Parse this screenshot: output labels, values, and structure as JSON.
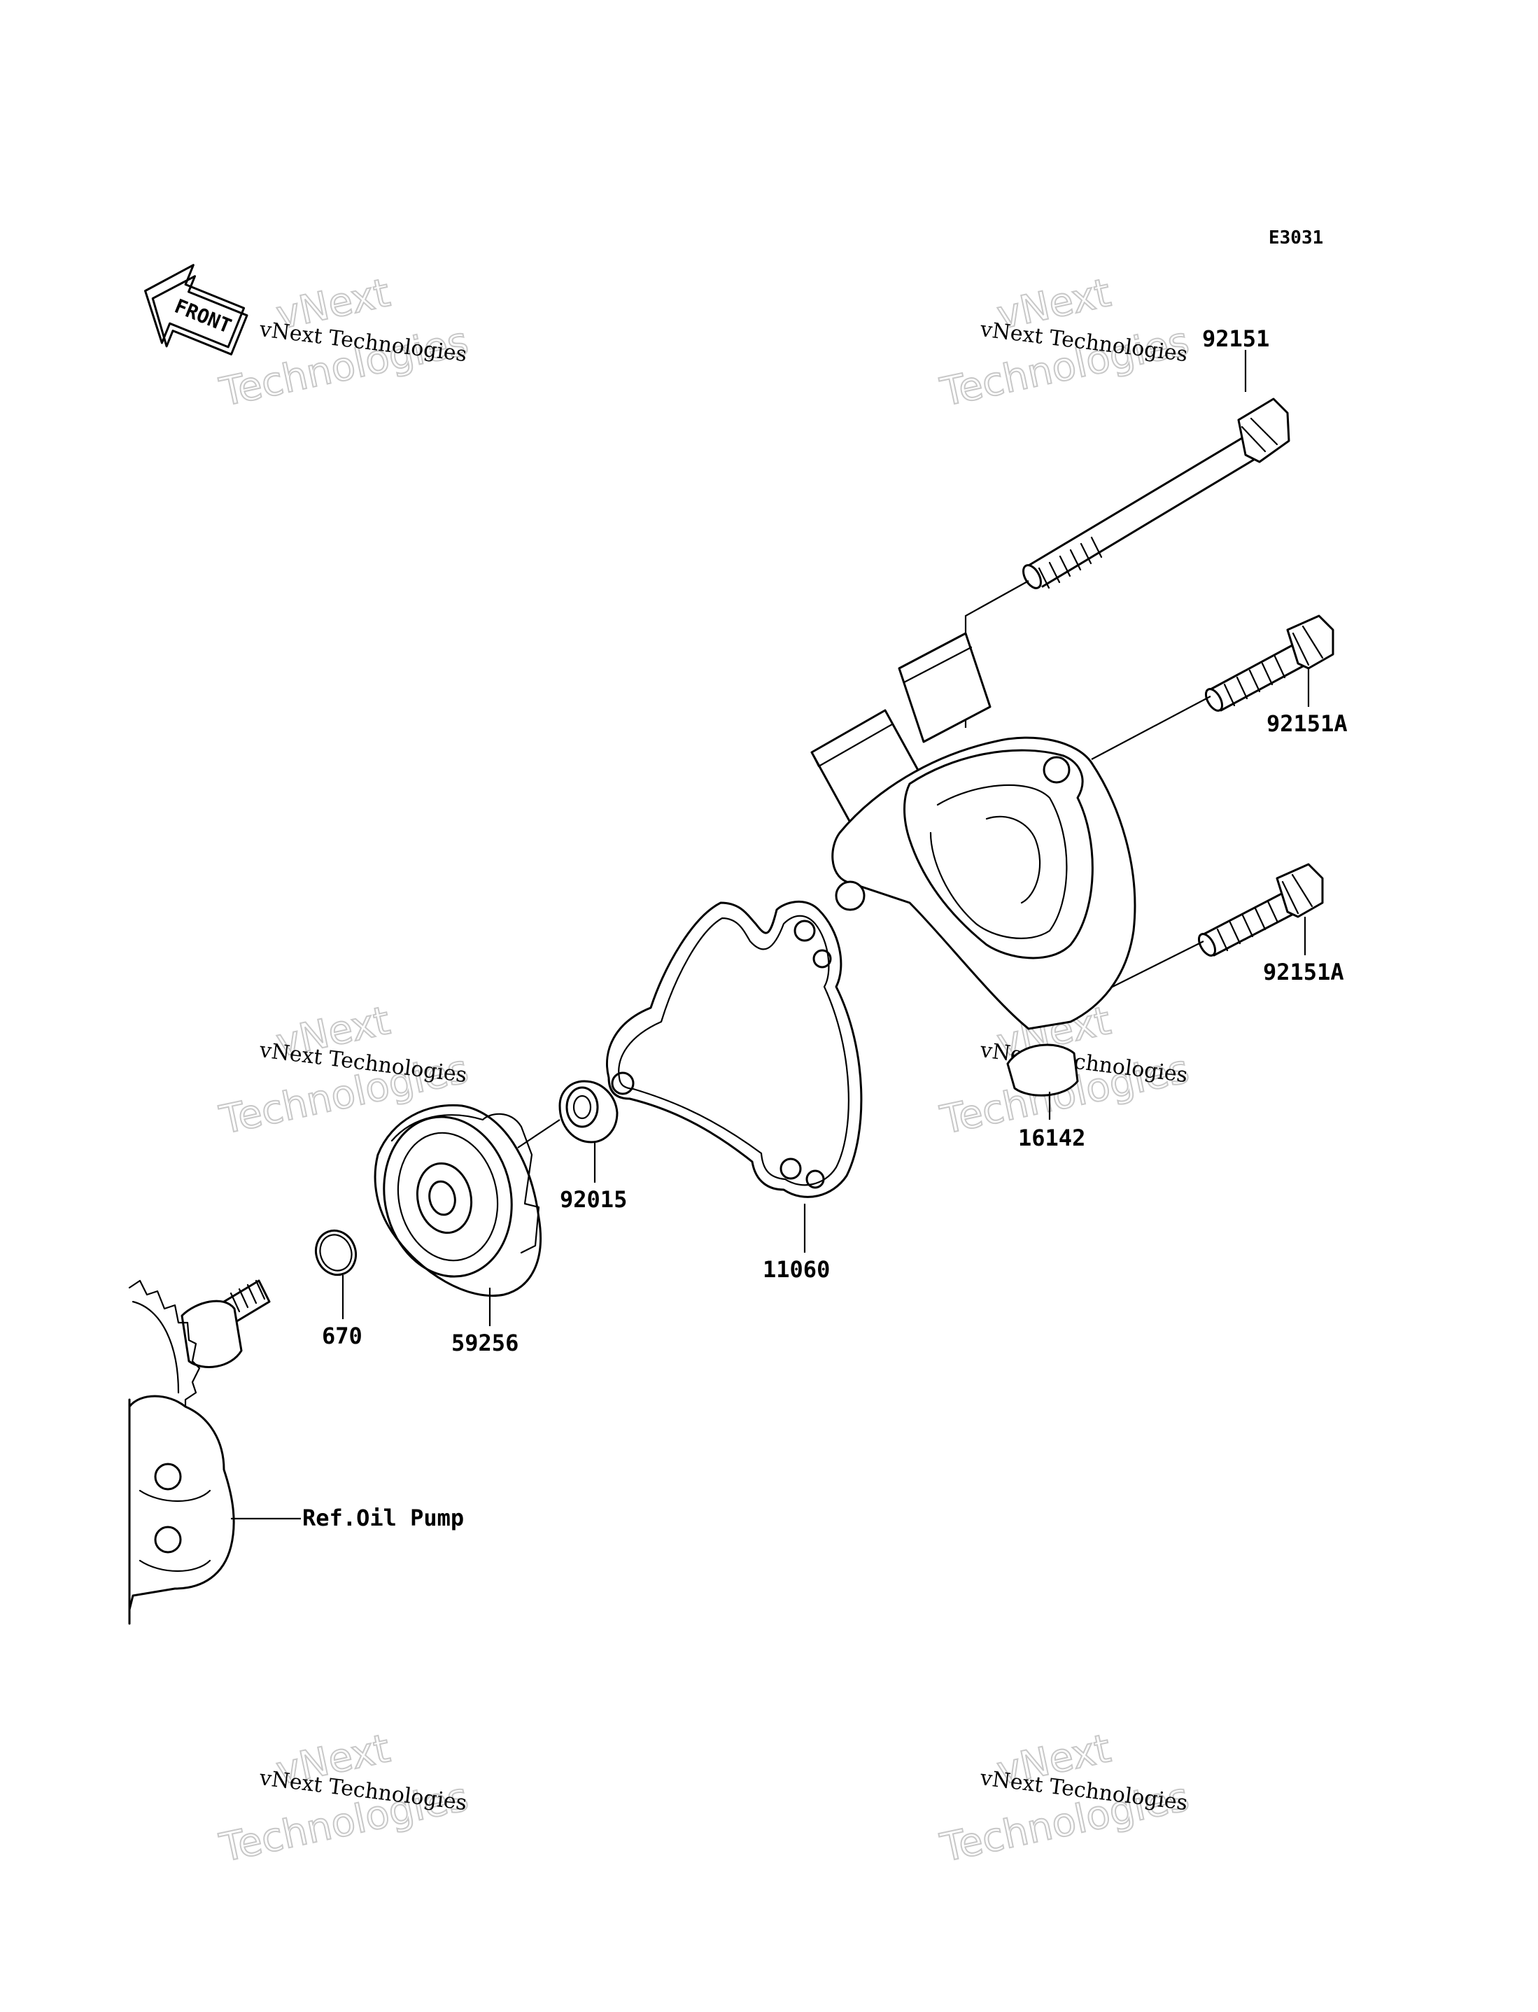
{
  "diagram_code": "E3031",
  "front_indicator": "FRONT",
  "parts": {
    "p92151": "92151",
    "p92151a_upper": "92151A",
    "p92151a_lower": "92151A",
    "p16142": "16142",
    "p11060": "11060",
    "p92015": "92015",
    "p59256": "59256",
    "p670": "670"
  },
  "reference": "Ref.Oil Pump",
  "watermark": {
    "small": "vNext Technologies",
    "big_top": "vNext",
    "big_bottom": "Technologies"
  }
}
